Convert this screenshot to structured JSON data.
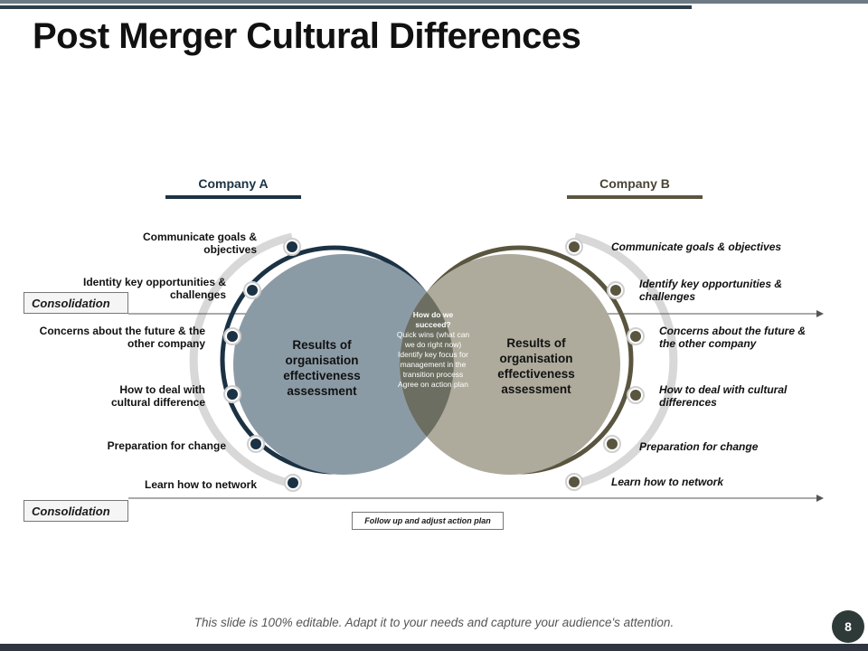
{
  "title": "Post Merger Cultural Differences",
  "company_a": {
    "name": "Company A",
    "items": [
      "Communicate goals & objectives",
      "Identity key opportunities & challenges",
      "Concerns about the future & the other company",
      "How to deal with cultural difference",
      "Preparation for change",
      "Learn how to network"
    ],
    "result": "Results of organisation effectiveness assessment"
  },
  "company_b": {
    "name": "Company B",
    "items": [
      "Communicate goals & objectives",
      "Identify key opportunities & challenges",
      "Concerns about the future & the other company",
      "How to deal with cultural differences",
      "Preparation for change",
      "Learn how to network"
    ],
    "result": "Results of organisation effectiveness assessment"
  },
  "overlap": {
    "heading": "How do we succeed?",
    "body": "Quick wins (what can we do right now) Identify key focus for management in the transition process",
    "footer": "Agree on action plan"
  },
  "consolidation_label": "Consolidation",
  "follow_up": "Follow up and adjust action plan",
  "footer_text": "This slide is 100% editable. Adapt it to your needs and capture your audience's attention.",
  "page_number": "8",
  "colors": {
    "company_a_dark": "#1b3244",
    "company_a_fill": "#8b9ba6",
    "company_b_dark": "#5a553f",
    "company_b_fill": "#aeab9c",
    "overlap_fill": "#6b6e60"
  }
}
